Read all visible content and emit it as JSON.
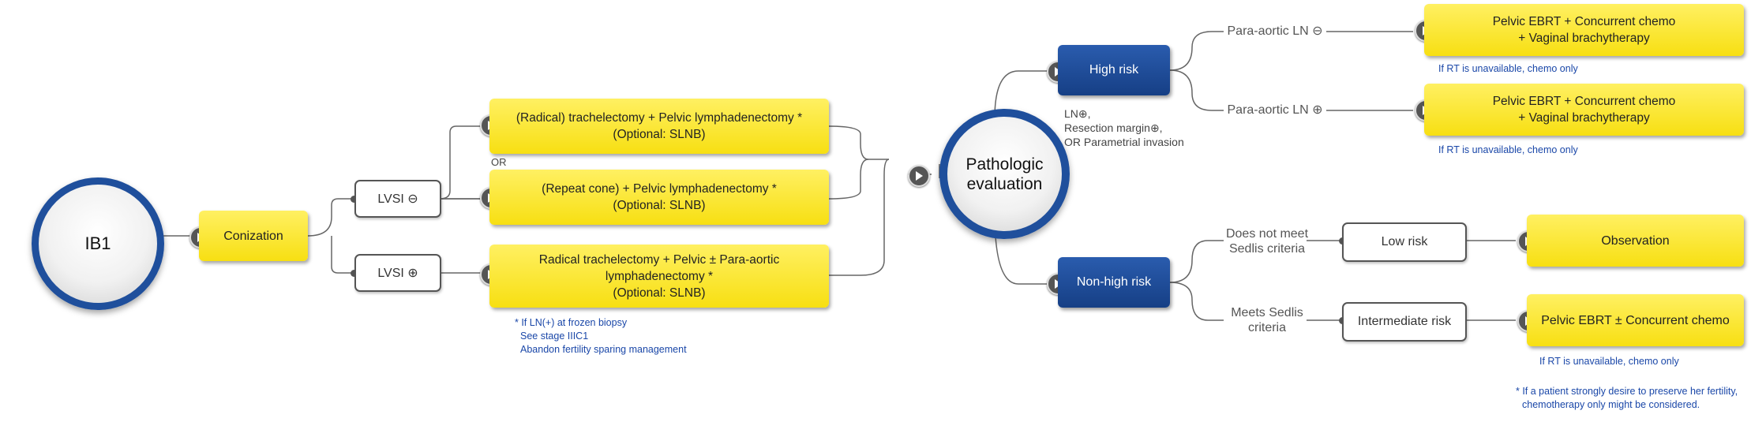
{
  "start": "IB1",
  "conization": "Conization",
  "lvsi_neg": "LVSI ⊖",
  "lvsi_pos": "LVSI ⊕",
  "or_label": "OR",
  "box_trach": [
    "(Radical) trachelectomy  +  Pelvic lymphadenectomy *",
    "(Optional: SLNB)"
  ],
  "box_cone": [
    "(Repeat cone)  +  Pelvic lymphadenectomy *",
    "(Optional: SLNB)"
  ],
  "box_radical": [
    "Radical trachelectomy  +  Pelvic  ±  Para-aortic",
    "lymphadenectomy *",
    "(Optional: SLNB)"
  ],
  "frozen_note": [
    "* If LN(+) at frozen biopsy",
    "See stage IIIC1",
    "Abandon fertility sparing management"
  ],
  "pathologic": [
    "Pathologic",
    "evaluation"
  ],
  "high_risk": "High risk",
  "high_risk_criteria": [
    "LN⊕,",
    "Resection margin⊕,",
    "OR Parametrial invasion"
  ],
  "non_high_risk": "Non-high risk",
  "pa_neg": "Para-aortic LN ⊖",
  "pa_pos": "Para-aortic LN ⊕",
  "tx_pa_neg": [
    "Pelvic EBRT + Concurrent chemo",
    "+ Vaginal brachytherapy"
  ],
  "tx_pa_pos": [
    "Pelvic EBRT + Concurrent chemo",
    "+ Vaginal brachytherapy"
  ],
  "rt_note_1": "If RT is unavailable, chemo only",
  "rt_note_2": "If RT is unavailable, chemo only",
  "not_sedlis": [
    "Does not meet",
    "Sedlis criteria"
  ],
  "meets_sedlis": [
    "Meets Sedlis",
    "criteria"
  ],
  "low_risk": "Low risk",
  "intermediate_risk": "Intermediate risk",
  "observation": "Observation",
  "tx_intermediate": "Pelvic EBRT ± Concurrent chemo",
  "rt_note_3": "If RT is unavailable, chemo only",
  "fertility_note": [
    "* If a patient strongly desire to preserve her fertility,",
    "chemotherapy only might be considered."
  ],
  "colors": {
    "accent_blue": "#1f4f9c",
    "box_yellow": "#f7df12",
    "note_blue": "#1a47a8",
    "line_gray": "#666666"
  }
}
